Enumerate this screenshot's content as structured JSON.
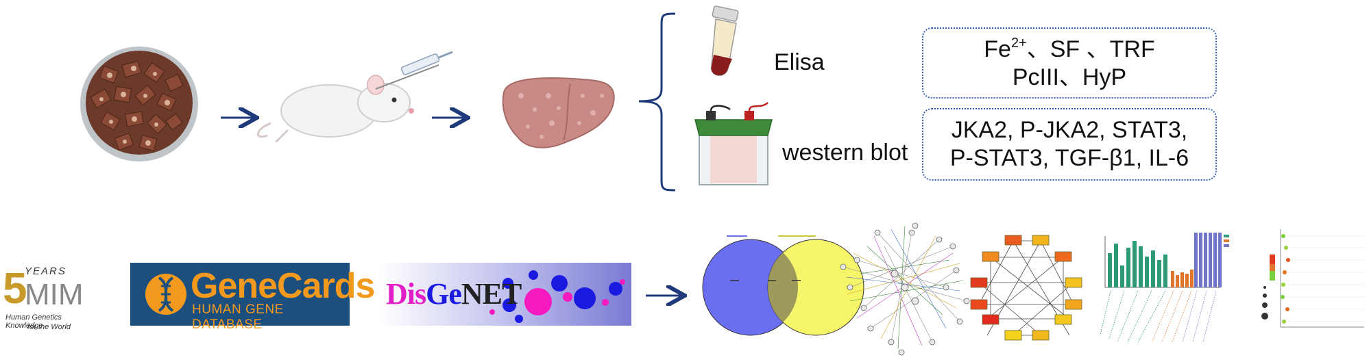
{
  "assays": {
    "elisa_label": "Elisa",
    "western_label": "western blot"
  },
  "elisa_box": {
    "line1_prefix": "Fe",
    "line1_sup": "2+",
    "line1_rest": "、SF 、TRF",
    "line2": "PcIII、HyP"
  },
  "western_box": {
    "line1": "JKA2, P-JKA2, STAT3,",
    "line2": "P-STAT3, TGF-β1, IL-6"
  },
  "databases": {
    "omim": {
      "years": "YEARS",
      "fifty": "5",
      "mim": "MIM",
      "tag1": "Human Genetics Knowledge",
      "tag2": "for the World"
    },
    "genecards": {
      "title": "GeneCards",
      "subtitle": "HUMAN GENE DATABASE"
    },
    "disgenet": {
      "dis": "Dis",
      "ge": "Ge",
      "net": "NET"
    }
  },
  "colors": {
    "arrow": "#1f3a7a",
    "box_border": "#3a62b8",
    "genecards_bg": "#1c4e7e",
    "genecards_text": "#f39a1e",
    "venn_left": "#6a6ef0",
    "venn_right": "#f6f56a",
    "disgenet_magenta": "#e21ec8",
    "bar_green": "#2e9b78",
    "bar_orange": "#e0752e",
    "bar_blue": "#6f74c6"
  }
}
